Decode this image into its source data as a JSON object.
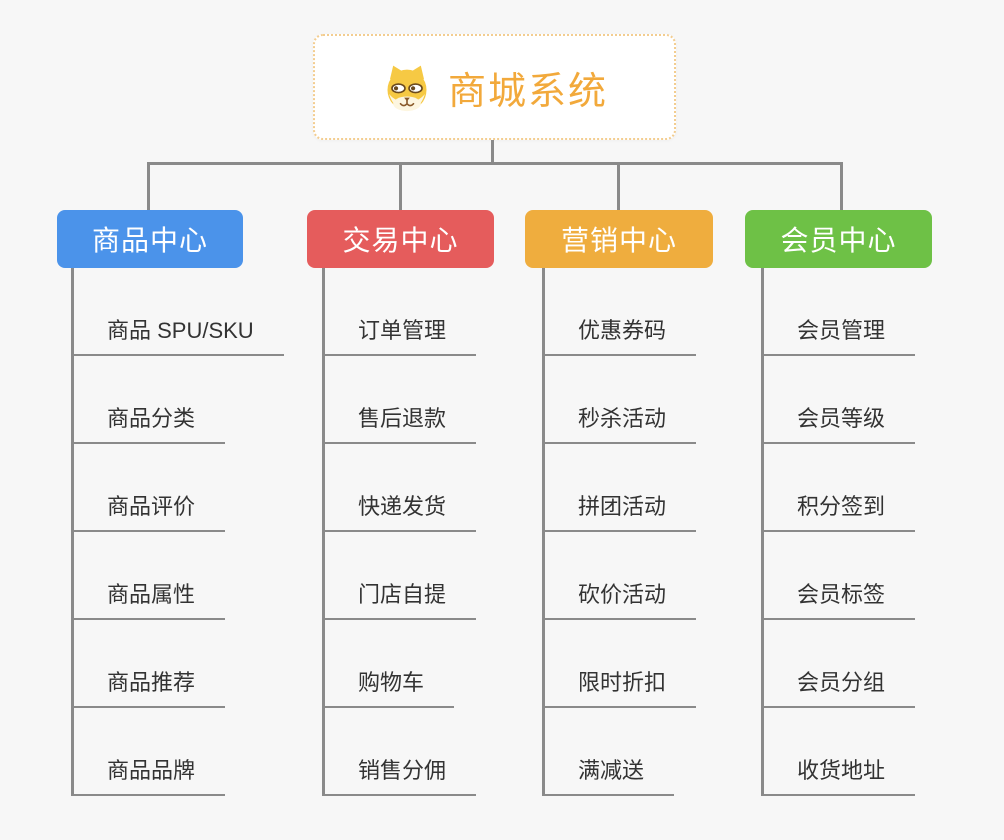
{
  "root": {
    "title": "商城系统",
    "icon": "dog-face-icon"
  },
  "branches": [
    {
      "label": "商品中心",
      "color": "#4b93ea",
      "items": [
        "商品 SPU/SKU",
        "商品分类",
        "商品评价",
        "商品属性",
        "商品推荐",
        "商品品牌"
      ]
    },
    {
      "label": "交易中心",
      "color": "#e55c5c",
      "items": [
        "订单管理",
        "售后退款",
        "快递发货",
        "门店自提",
        "购物车",
        "销售分佣"
      ]
    },
    {
      "label": "营销中心",
      "color": "#efad3e",
      "items": [
        "优惠券码",
        "秒杀活动",
        "拼团活动",
        "砍价活动",
        "限时折扣",
        "满减送"
      ]
    },
    {
      "label": "会员中心",
      "color": "#6ec146",
      "items": [
        "会员管理",
        "会员等级",
        "积分签到",
        "会员标签",
        "会员分组",
        "收货地址"
      ]
    }
  ],
  "colors": {
    "connector": "#8a8a8a",
    "background": "#f7f7f7",
    "text": "#333333",
    "root_accent": "#f2a93b",
    "root_border": "#f3cd90"
  }
}
